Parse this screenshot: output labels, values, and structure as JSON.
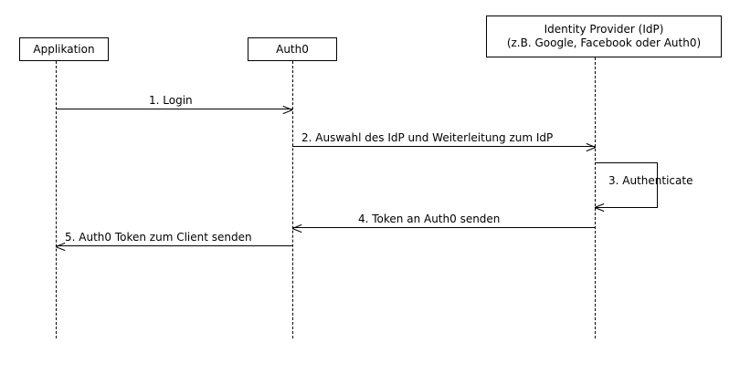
{
  "diagram": {
    "type": "uml-sequence-diagram",
    "language": "de",
    "background_color": "#ffffff",
    "line_color": "#000000",
    "text_color": "#000000"
  },
  "participants": [
    {
      "id": "application",
      "label": "Applikation",
      "sublabel": ""
    },
    {
      "id": "auth0",
      "label": "Auth0",
      "sublabel": ""
    },
    {
      "id": "idp",
      "label": "Identity Provider (IdP)",
      "sublabel": "(z.B. Google, Facebook oder Auth0)"
    }
  ],
  "messages": [
    {
      "number": "1",
      "label": "1. Login",
      "from": "application",
      "to": "auth0",
      "direction": "right",
      "kind": "call"
    },
    {
      "number": "2",
      "label": "2. Auswahl des IdP und Weiterleitung zum IdP",
      "from": "auth0",
      "to": "idp",
      "direction": "right",
      "kind": "call"
    },
    {
      "number": "3",
      "label": "3. Authenticate",
      "from": "idp",
      "to": "idp",
      "direction": "self",
      "kind": "self-call"
    },
    {
      "number": "4",
      "label": "4. Token an Auth0 senden",
      "from": "idp",
      "to": "auth0",
      "direction": "left",
      "kind": "return"
    },
    {
      "number": "5",
      "label": "5. Auth0 Token zum Client senden",
      "from": "auth0",
      "to": "application",
      "direction": "left",
      "kind": "return"
    }
  ]
}
